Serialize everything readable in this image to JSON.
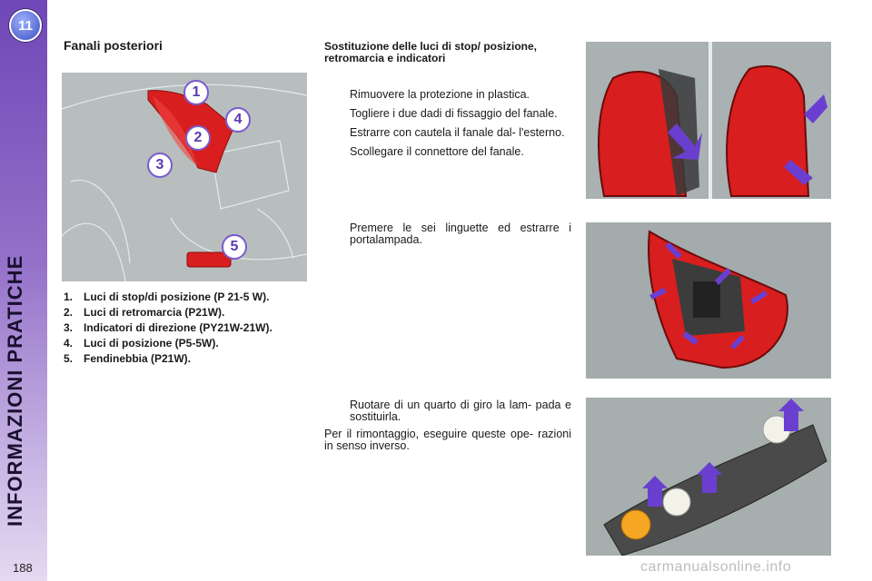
{
  "sidebar": {
    "chapter_number": "11",
    "chapter_title": "INFORMAZIONI PRATICHE",
    "page_number": "188"
  },
  "left": {
    "section_title": "Fanali posteriori",
    "callouts": [
      "1",
      "2",
      "3",
      "4",
      "5"
    ],
    "legend": [
      {
        "num": "1.",
        "text": "Luci di stop/di posizione (P 21-5 W)."
      },
      {
        "num": "2.",
        "text": "Luci di retromarcia (P21W)."
      },
      {
        "num": "3.",
        "text": "Indicatori di direzione (PY21W-21W)."
      },
      {
        "num": "4.",
        "text": "Luci di posizione (P5-5W)."
      },
      {
        "num": "5.",
        "text": "Fendinebbia (P21W)."
      }
    ]
  },
  "right": {
    "subsection_title": "Sostituzione delle luci di stop/ posizione, retromarcia e indicatori",
    "step_icon": "",
    "steps_group1": [
      "Rimuovere la protezione in plastica.",
      "Togliere i due dadi di fissaggio del fanale.",
      "Estrarre con cautela il fanale dal- l'esterno.",
      "Scollegare il connettore del fanale."
    ],
    "steps_group2": [
      "Premere le sei linguette ed estrarre i portalampada."
    ],
    "steps_group3": [
      "Ruotare di un quarto di giro la lam- pada e sostituirla."
    ],
    "note": "Per il rimontaggio, eseguire queste ope- razioni in senso inverso."
  },
  "watermark": "carmanualsonline.info",
  "colors": {
    "sidebar_purple": "#6f47b7",
    "lamp_red": "#d81e1e",
    "arrow_purple": "#6a3fd0"
  }
}
